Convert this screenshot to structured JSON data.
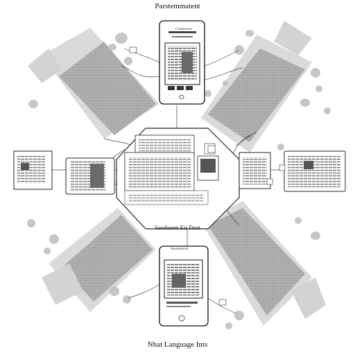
{
  "title": "Parstemmatent",
  "center_caption": "Sueabsemt Kir Fmat",
  "top_phone_header": "Cosewsorus",
  "bottom_phone_header": "Senstenment",
  "footer": "Nhat Language Ints",
  "colors": {
    "ink": "#1a1a1a",
    "shadow_gray": "#9a9a9a",
    "blob_gray": "#b5b5b5",
    "paper": "#ffffff"
  }
}
